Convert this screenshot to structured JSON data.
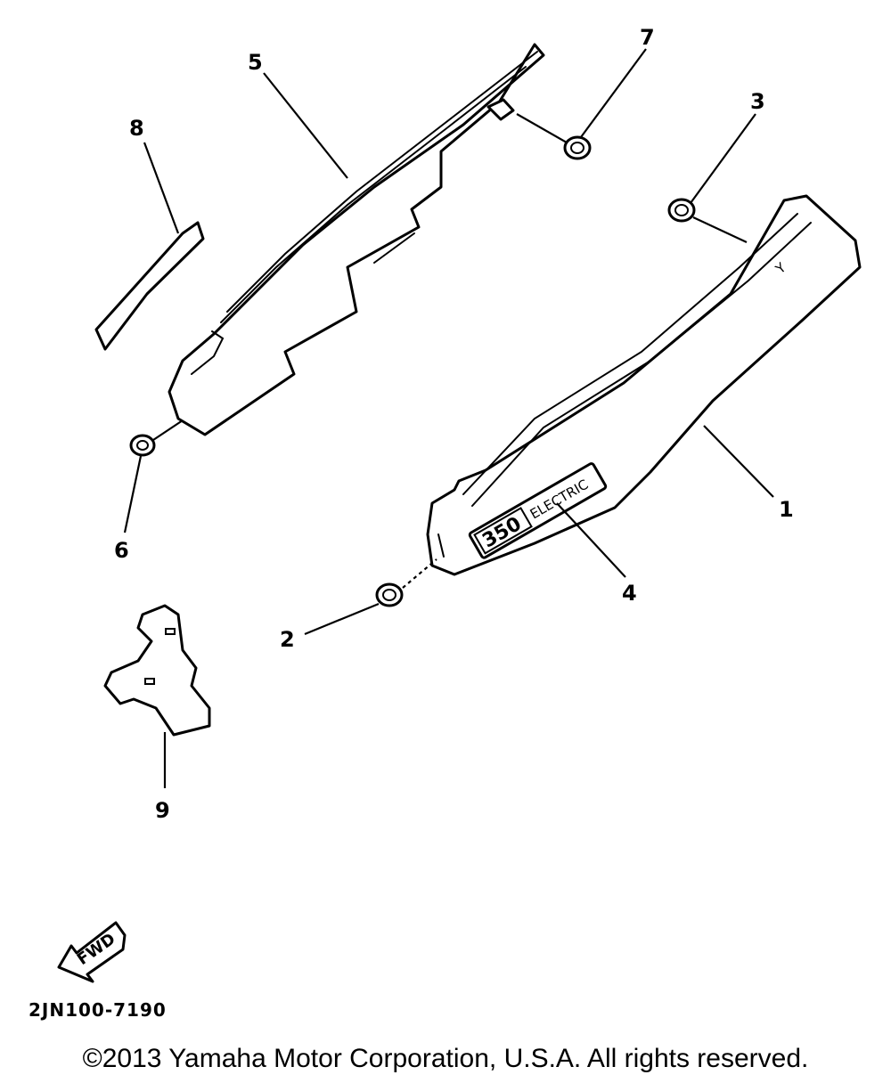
{
  "diagram": {
    "callouts": [
      "1",
      "2",
      "3",
      "4",
      "5",
      "6",
      "7",
      "8",
      "9"
    ],
    "emblem": {
      "number": "350",
      "text": "ELECTRIC"
    },
    "side_cover_mark": "Y",
    "fwd_label": "FWD",
    "drawing_code": "2JN100-7190",
    "copyright": "©2013 Yamaha Motor Corporation, U.S.A. All rights reserved.",
    "line_color": "#000000",
    "background_color": "#ffffff"
  }
}
